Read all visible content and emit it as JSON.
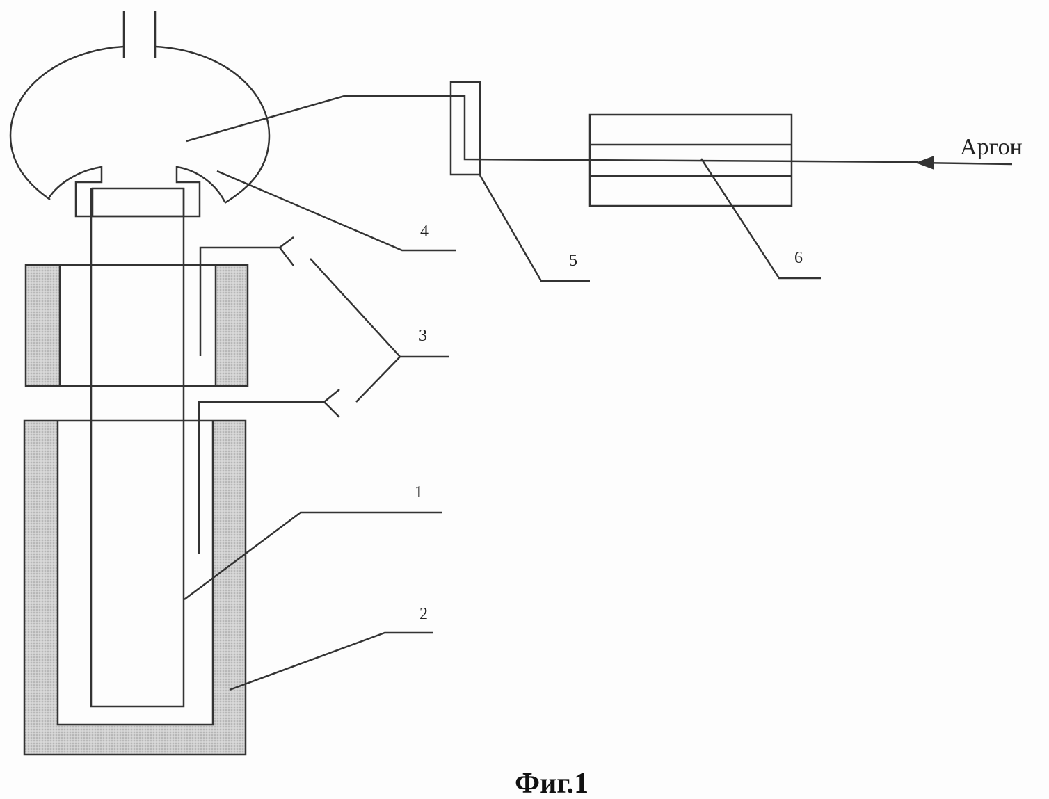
{
  "figure": {
    "caption": "Фиг.1",
    "gas_label": "Аргон",
    "labels": {
      "l1": "1",
      "l2": "2",
      "l3": "3",
      "l4": "4",
      "l5": "5",
      "l6": "6"
    }
  },
  "colors": {
    "line": "#333333",
    "insulation": "#c8c8c8"
  }
}
